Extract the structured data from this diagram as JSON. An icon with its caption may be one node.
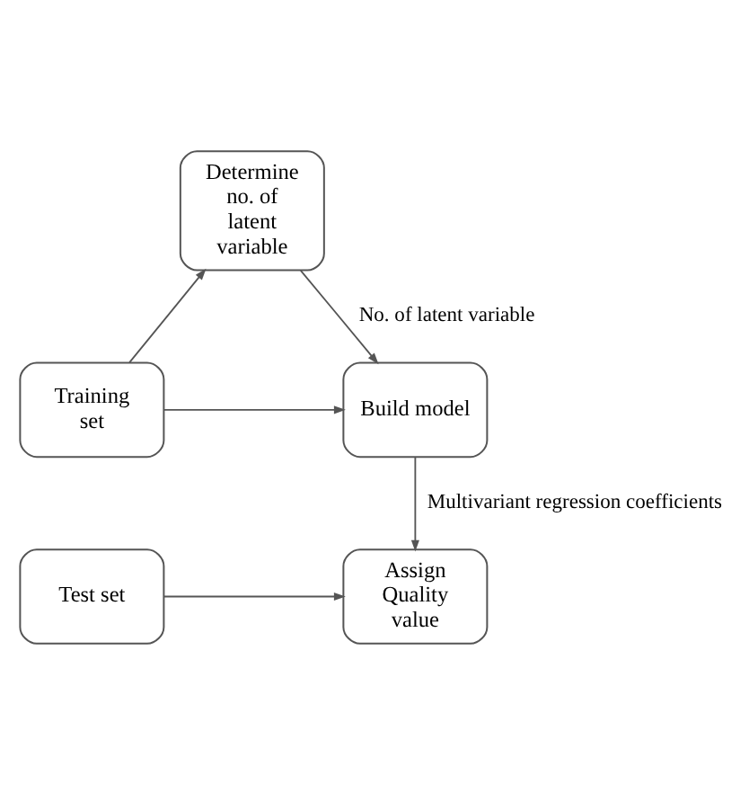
{
  "diagram": {
    "nodes": [
      {
        "text": [
          "Determine no. of latent variable"
        ]
      },
      {
        "text": [
          "Training set"
        ]
      },
      {
        "text": [
          "Build model"
        ]
      },
      {
        "text": [
          "Test set"
        ]
      },
      {
        "text": [
          "Assign Quality value"
        ]
      }
    ],
    "edges": [
      {
        "from": 1,
        "to": 0,
        "arrow": "to"
      },
      {
        "from": 0,
        "to": 2,
        "arrow": "to",
        "label": "No. of latent variable"
      },
      {
        "from": 1,
        "to": 2,
        "arrow": "to"
      },
      {
        "from": 2,
        "to": 4,
        "arrow": "to",
        "label": "Multivariant regression coefficients"
      },
      {
        "from": 3,
        "to": 4,
        "arrow": "to"
      }
    ]
  }
}
